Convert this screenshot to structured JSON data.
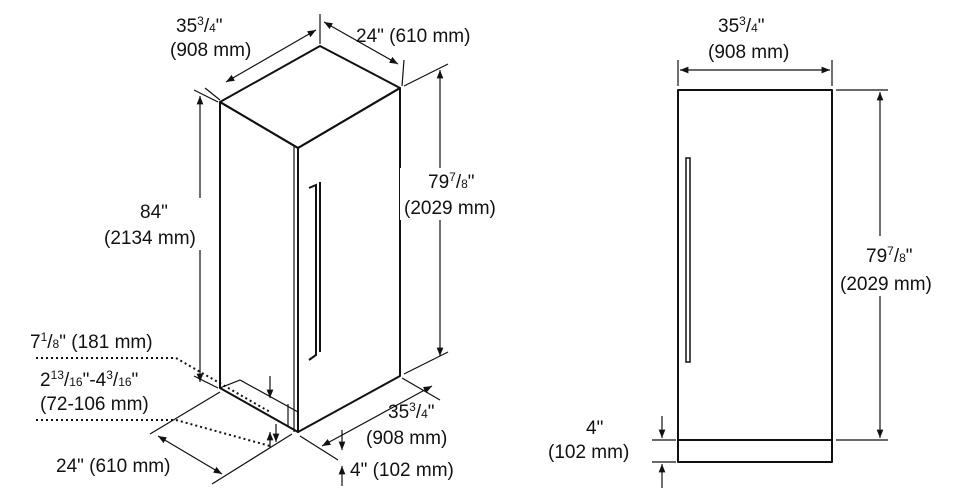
{
  "dims": {
    "iso_top_width": {
      "main": "35",
      "sup": "3",
      "den": "4",
      "tail": "\"",
      "mm": "(908 mm)"
    },
    "iso_top_depth": "24\" (610 mm)",
    "iso_overall_height": {
      "in": "84\"",
      "mm": "(2134 mm)"
    },
    "iso_cabinet_height": {
      "main": "79",
      "sup": "7",
      "den": "8",
      "tail": "\"",
      "mm": "(2029 mm)"
    },
    "iso_kick_height": {
      "main": "7",
      "sup": "1",
      "den": "8",
      "tail": "\" (181 mm)"
    },
    "iso_kick_range": {
      "a": "2",
      "a_num": "13",
      "a_den": "16",
      "b": "\"-4",
      "b_num": "3",
      "b_den": "16",
      "tail": "\"",
      "mm": "(72-106 mm)"
    },
    "iso_depth_bottom": "24\" (610 mm)",
    "iso_width_bottom": {
      "main": "35",
      "sup": "3",
      "den": "4",
      "tail": "\"",
      "mm": "(908 mm)"
    },
    "iso_toe": "4\" (102 mm)",
    "front_width": {
      "main": "35",
      "sup": "3",
      "den": "4",
      "tail": "\"",
      "mm": "(908 mm)"
    },
    "front_height": {
      "main": "79",
      "sup": "7",
      "den": "8",
      "tail": "\"",
      "mm": "(2029 mm)"
    },
    "front_toe": {
      "in": "4\"",
      "mm": "(102 mm)"
    }
  }
}
